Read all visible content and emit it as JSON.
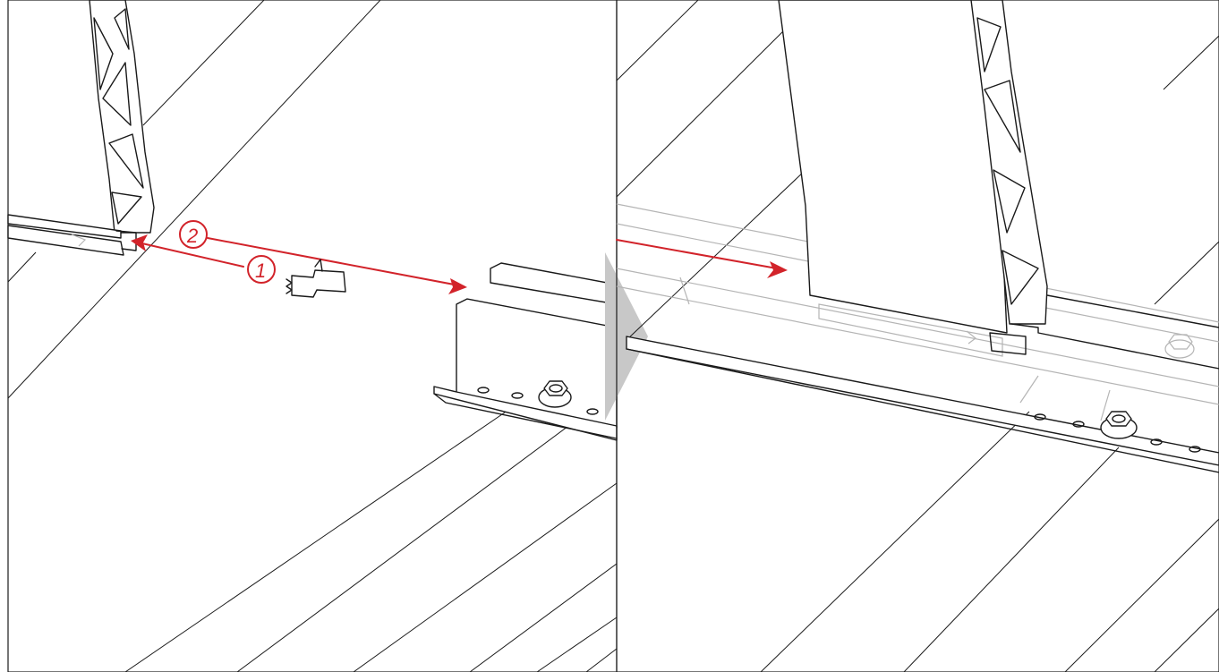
{
  "diagram": {
    "panels": [
      {
        "id": "step-before"
      },
      {
        "id": "step-after"
      }
    ],
    "callouts": [
      {
        "number": "1"
      },
      {
        "number": "2"
      }
    ],
    "colors": {
      "line": "#1a1a1a",
      "accent": "#d2232a",
      "divider_arrow": "#c8c8c8",
      "faded": "#b5b5b5"
    },
    "icons": [
      "clip-tool-icon",
      "bolt-icon",
      "direction-arrow-icon"
    ]
  }
}
